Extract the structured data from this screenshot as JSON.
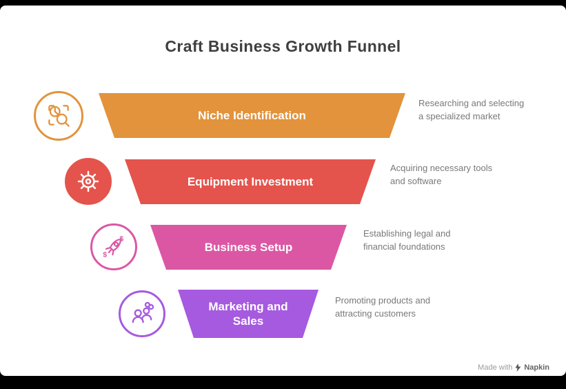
{
  "title": "Craft Business Growth Funnel",
  "stages": [
    {
      "label": "Niche Identification",
      "description": "Researching and selecting a specialized market",
      "color": "#E2933C",
      "icon": "search-target-icon"
    },
    {
      "label": "Equipment Investment",
      "description": "Acquiring necessary tools and software",
      "color": "#E4544C",
      "icon": "wrench-gear-icon"
    },
    {
      "label": "Business Setup",
      "description": "Establishing legal and financial foundations",
      "color": "#DB57A4",
      "icon": "rocket-icon"
    },
    {
      "label": "Marketing and Sales",
      "description": "Promoting products and attracting customers",
      "color": "#A65ADF",
      "icon": "people-icon"
    }
  ],
  "watermark": {
    "prefix": "Made with",
    "brand": "Napkin"
  }
}
